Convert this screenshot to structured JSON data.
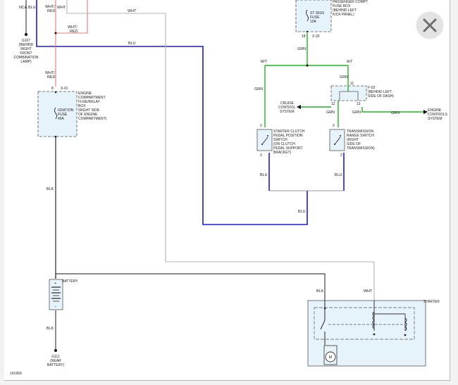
{
  "diagram": {
    "figure_id": "141969",
    "wire_colors": {
      "nca": "NCA",
      "blu": "BLU",
      "wht": "WHT",
      "wht_red": [
        "WHT/",
        "RED"
      ],
      "grn": "GRN",
      "blk": "BLK",
      "mt": "M/T",
      "at": "A/T"
    },
    "colors": {
      "blue_wire": "#1a1adf",
      "green_wire": "#22b422",
      "red_wire": "#e87878",
      "gray_wire": "#b4b4b4",
      "black_wire": "#333333",
      "component_fill": "#e7f3fb"
    },
    "ground_g107": [
      "G107",
      "(BEHIND",
      "RIGHT",
      "FRONT",
      "COMBINATION",
      "LAMP)"
    ],
    "ground_g111": [
      "G111",
      "(NEAR",
      "BATTERY)"
    ],
    "passenger_fuse_box": [
      "PASSENGER COMPT",
      "FUSE BOX",
      "(BEHIND LEFT",
      "KICK PANEL)"
    ],
    "st_sign_fuse": [
      "ST SIGN",
      "FUSE",
      "10A"
    ],
    "connector_x25": "X-25",
    "pin_18": "18",
    "engine_fuse_box": [
      "ENGINE",
      "COMPARTMENT",
      "FUSE/RELAY",
      "BOX",
      "(RIGHT SIDE",
      "OF ENGINE",
      "COMPARTMENT)"
    ],
    "ignition_fuse": [
      "IGNITION",
      "FUSE",
      "40A"
    ],
    "connector_x01": "X-01",
    "pin_8": "8",
    "connector_f02": "F-02",
    "f02_location": [
      "(BEHIND LEFT",
      "SIDE OF DASH)"
    ],
    "pins_f02": [
      "13",
      "12",
      "11"
    ],
    "cruise_control": [
      "CRUISE",
      "CONTROL",
      "SYSTEM"
    ],
    "engine_controls": [
      "ENGINE",
      "CONTROLS",
      "SYSTEM"
    ],
    "starter_clutch_switch": [
      "STARTER CLUTCH",
      "PEDAL POSITION",
      "SWITCH",
      "(ON CLUTCH",
      "PEDAL SUPPORT",
      "BRACKET)"
    ],
    "transmission_range_switch": [
      "TRANSMISSION",
      "RANGE SWITCH",
      "(RIGHT",
      "SIDE OF",
      "TRANSMISSION)"
    ],
    "pins_switch": [
      "2",
      "3",
      "2",
      "2"
    ],
    "battery": "BATTERY",
    "starter": "STARTER",
    "motor": "M",
    "plus": "+",
    "minus": "−"
  },
  "close_button": {
    "icon": "close-icon",
    "tooltip": "Close"
  }
}
